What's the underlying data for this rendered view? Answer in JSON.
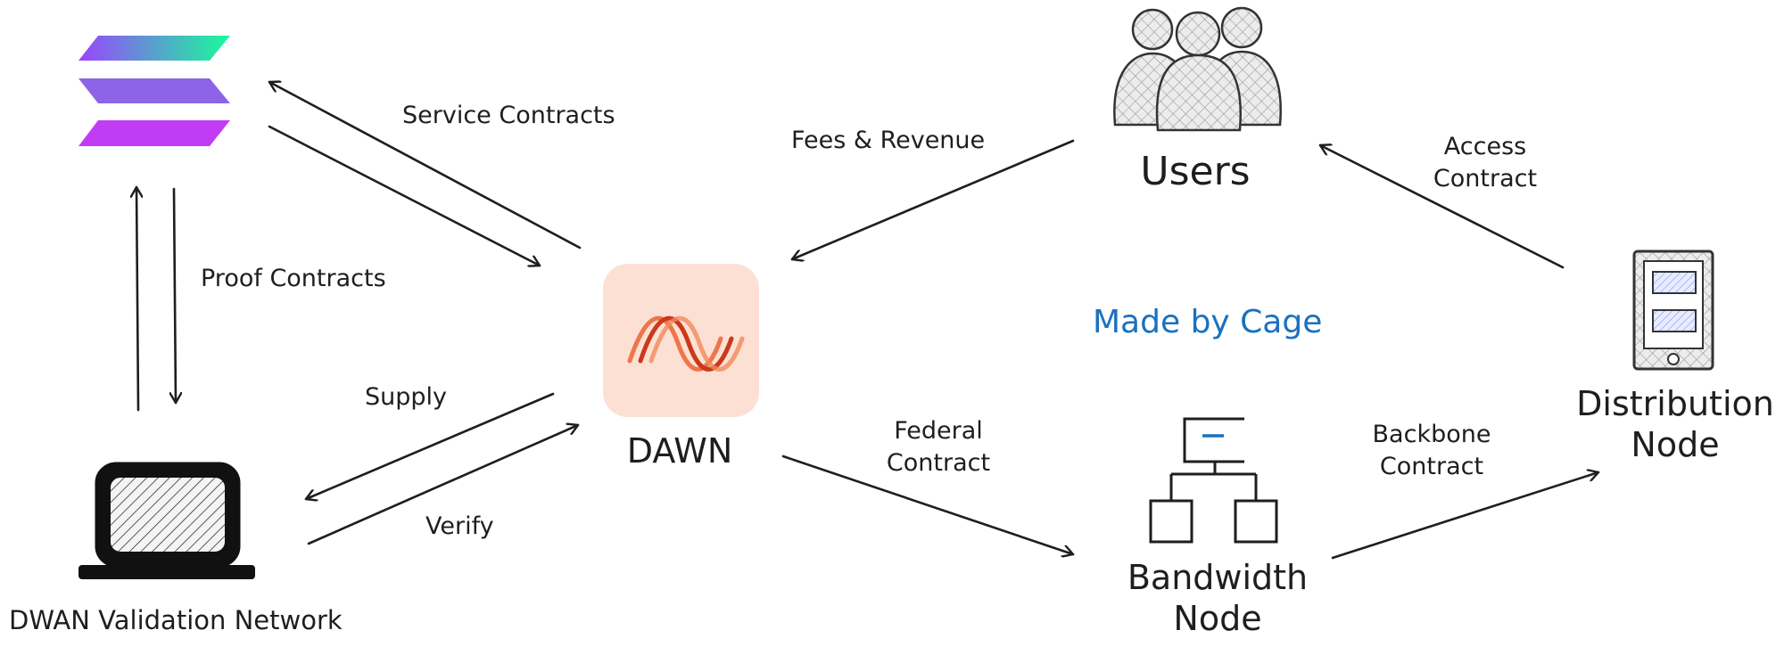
{
  "diagram": {
    "nodes": {
      "solana": {
        "name": "",
        "icon": "solana-logo-icon"
      },
      "validation": {
        "name": "DWAN Validation Network",
        "icon": "laptop-icon"
      },
      "dawn": {
        "name": "DAWN",
        "icon": "dawn-logo-icon"
      },
      "users": {
        "name": "Users",
        "icon": "users-group-icon"
      },
      "bandwidth": {
        "name_line1": "Bandwidth",
        "name_line2": "Node",
        "icon": "network-hierarchy-icon"
      },
      "distribution": {
        "name_line1": "Distribution",
        "name_line2": "Node",
        "icon": "mobile-device-icon"
      }
    },
    "edges": {
      "service_contracts": "Service Contracts",
      "proof_contracts": "Proof Contracts",
      "fees_revenue": "Fees & Revenue",
      "access_contract_line1": "Access",
      "access_contract_line2": "Contract",
      "supply": "Supply",
      "verify": "Verify",
      "federal_contract_line1": "Federal",
      "federal_contract_line2": "Contract",
      "backbone_contract_line1": "Backbone",
      "backbone_contract_line2": "Contract"
    },
    "credit": "Made by Cage",
    "colors": {
      "stroke": "#1e1e1e",
      "credit": "#1971c2",
      "dawn_bg": "#fde0d4",
      "dawn_wave": "#e8511f",
      "solana_top": "#19fb9b",
      "solana_mid": "#8752f3",
      "solana_bottom": "#dc1fff",
      "accent_blue": "#4a6cf7"
    }
  }
}
